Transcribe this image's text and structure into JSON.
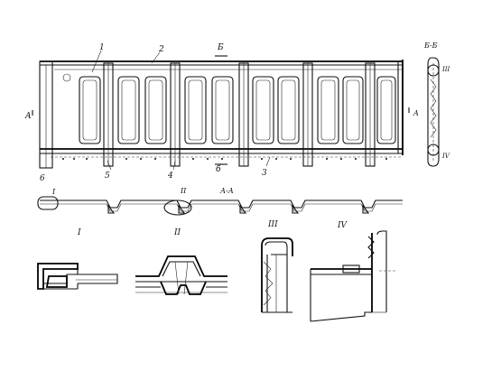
{
  "callouts": {
    "c1": "1",
    "c2": "2",
    "c3": "3",
    "c4": "4",
    "c5": "5",
    "c6": "6"
  },
  "sections": {
    "aa_left": "A",
    "aa_right": "A",
    "bb_top": "Б",
    "bb_bottom": "б",
    "aa_title": "А-А",
    "bb_title": "Б-Б"
  },
  "details": {
    "d1": "I",
    "d2": "II",
    "d3": "III",
    "d4": "IV",
    "d1_strip": "I",
    "d2_strip": "II",
    "d3_side": "III",
    "d4_side": "IV"
  }
}
